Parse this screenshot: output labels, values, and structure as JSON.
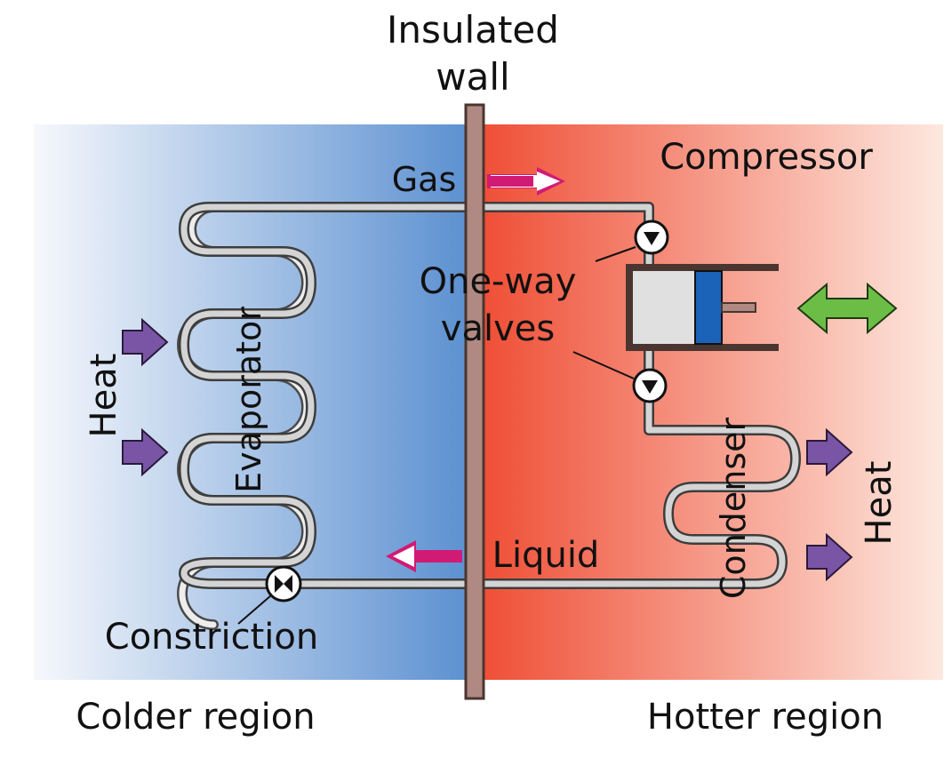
{
  "labels": {
    "wall": [
      "Insulated",
      "wall"
    ],
    "gas": "Gas",
    "compressor": "Compressor",
    "valves": [
      "One-way",
      "valves"
    ],
    "heat_left": "Heat",
    "heat_right": "Heat",
    "evaporator": "Evaporator",
    "condenser": "Condenser",
    "liquid": "Liquid",
    "constriction": "Constriction",
    "colder_region": "Colder region",
    "hotter_region": "Hotter region"
  },
  "colors": {
    "cold_gradient": [
      "#eef2fa",
      "#5a8fd0"
    ],
    "hot_gradient": [
      "#ef4c33",
      "#fde4da"
    ],
    "wall": "#b08a82",
    "heat_arrow": "#7a55a6",
    "flow_arrow": "#d11a74",
    "piston_arrow": "#6cbd45",
    "piston": "#1a63b8",
    "cylinder": "#e0e0e0"
  }
}
